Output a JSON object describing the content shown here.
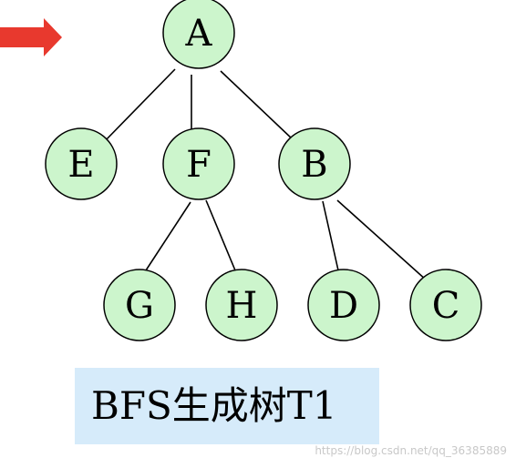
{
  "colors": {
    "node_fill": "#ccf5cc",
    "node_stroke": "#000000",
    "arrow": "#e8392e",
    "caption_background": "#d6ebfa",
    "watermark": "#c8c8c8"
  },
  "pointer": {
    "icon": "right-arrow-icon"
  },
  "tree": {
    "nodes": [
      {
        "id": "A",
        "label": "A"
      },
      {
        "id": "E",
        "label": "E"
      },
      {
        "id": "F",
        "label": "F"
      },
      {
        "id": "B",
        "label": "B"
      },
      {
        "id": "G",
        "label": "G"
      },
      {
        "id": "H",
        "label": "H"
      },
      {
        "id": "D",
        "label": "D"
      },
      {
        "id": "C",
        "label": "C"
      }
    ],
    "edges": [
      {
        "from": "A",
        "to": "E"
      },
      {
        "from": "A",
        "to": "F"
      },
      {
        "from": "A",
        "to": "B"
      },
      {
        "from": "F",
        "to": "G"
      },
      {
        "from": "F",
        "to": "H"
      },
      {
        "from": "B",
        "to": "D"
      },
      {
        "from": "B",
        "to": "C"
      }
    ]
  },
  "caption": {
    "text": "BFS生成树T1"
  },
  "watermark": {
    "text": "https://blog.csdn.net/qq_36385889"
  }
}
